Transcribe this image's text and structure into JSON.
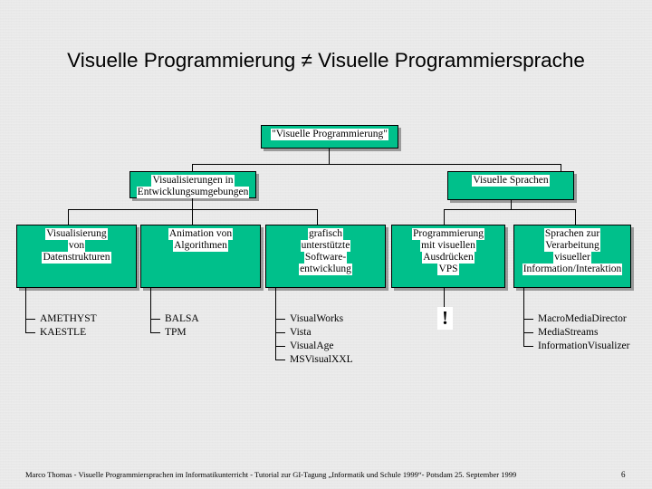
{
  "slide": {
    "title": "Visuelle Programmierung ≠ Visuelle Programmiersprache",
    "footer": "Marco Thomas - Visuelle Programmiersprachen im Informatikunterricht - Tutorial zur GI-Tagung „Informatik und Schule 1999“- Potsdam 25. September 1999",
    "page_number": "6",
    "colors": {
      "node_fill": "#00C08B",
      "node_border": "#000000",
      "background": "#EEEEEE",
      "text": "#000000"
    }
  },
  "diagram": {
    "root": {
      "lines": [
        "\"Visuelle Programmierung\""
      ]
    },
    "level2": [
      {
        "lines": [
          "Visualisierungen in",
          "Entwicklungsumgebungen"
        ]
      },
      {
        "lines": [
          "Visuelle Sprachen"
        ]
      }
    ],
    "level3": [
      {
        "lines": [
          "Visualisierung",
          "von",
          "Datenstrukturen"
        ]
      },
      {
        "lines": [
          "Animation von",
          "Algorithmen"
        ]
      },
      {
        "lines": [
          "grafisch",
          "unterstützte",
          "Software-",
          "entwicklung"
        ]
      },
      {
        "lines": [
          "Programmierung",
          "mit visuellen",
          "Ausdrücken",
          "VPS"
        ]
      },
      {
        "lines": [
          "Sprachen zur",
          "Verarbeitung",
          "visueller",
          "Information/Interaktion"
        ]
      }
    ],
    "examples": [
      {
        "items": [
          "AMETHYST",
          "KAESTLE"
        ]
      },
      {
        "items": [
          "BALSA",
          "TPM"
        ]
      },
      {
        "items": [
          "VisualWorks",
          "Vista",
          "VisualAge",
          "MSVisualXXL"
        ]
      },
      {
        "items": []
      },
      {
        "items": [
          "MacroMediaDirector",
          "MediaStreams",
          "InformationVisualizer"
        ]
      }
    ],
    "marker": {
      "symbol": "!"
    }
  }
}
